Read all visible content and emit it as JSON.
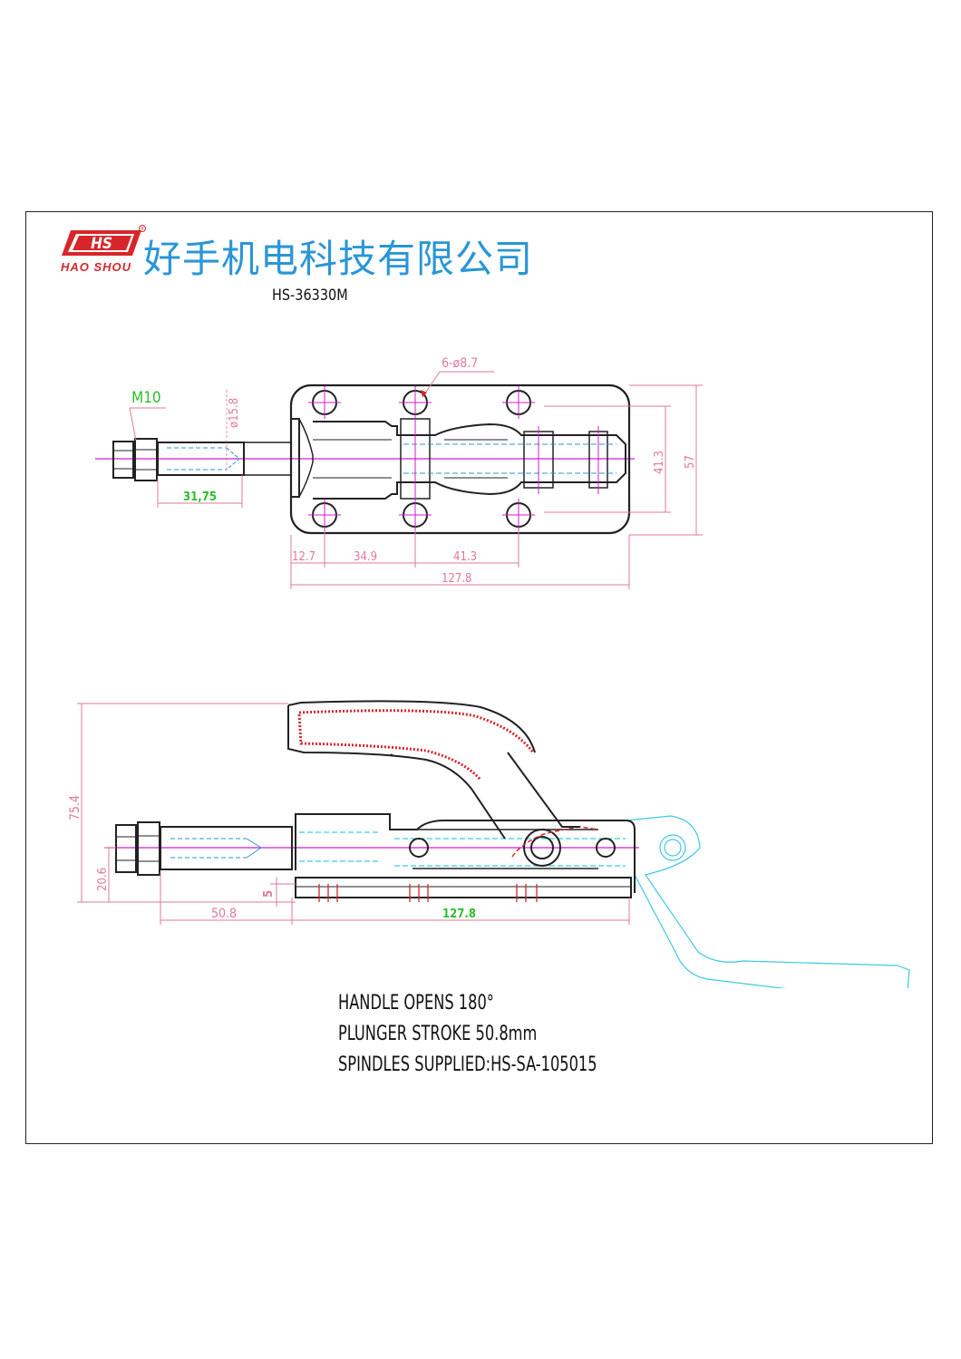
{
  "header": {
    "logo_text": "HS",
    "logo_registered": "®",
    "brand_romanized": "HAO SHOU",
    "company_name": "好手机电科技有限公司",
    "model_number": "HS-36330M"
  },
  "top_view": {
    "thread_label": "M10",
    "bore_label": "ø15.8",
    "holes_label": "6-ø8.7",
    "dim_nose": "31,75",
    "dim_a": "12.7",
    "dim_b": "34.9",
    "dim_c": "41.3",
    "dim_length": "127.8",
    "dim_hole_span": "41.3",
    "dim_width": "57"
  },
  "side_view": {
    "dim_height": "75.4",
    "dim_center_height": "20.6",
    "dim_base": "5",
    "dim_stroke": "50.8",
    "dim_length": "127.8"
  },
  "notes": [
    "HANDLE OPENS 180°",
    "PLUNGER STROKE 50.8mm",
    "SPINDLES SUPPLIED:HS-SA-105015"
  ],
  "colors": {
    "brand_red": "#d7262b",
    "brand_blue": "#2a96d6",
    "dimension_pink": "#e07a95",
    "centerline_magenta": "#d21bd2",
    "dim_text_green": "#2bbf2b",
    "phantom_cyan": "#3ec9e6",
    "outline": "#222222"
  }
}
